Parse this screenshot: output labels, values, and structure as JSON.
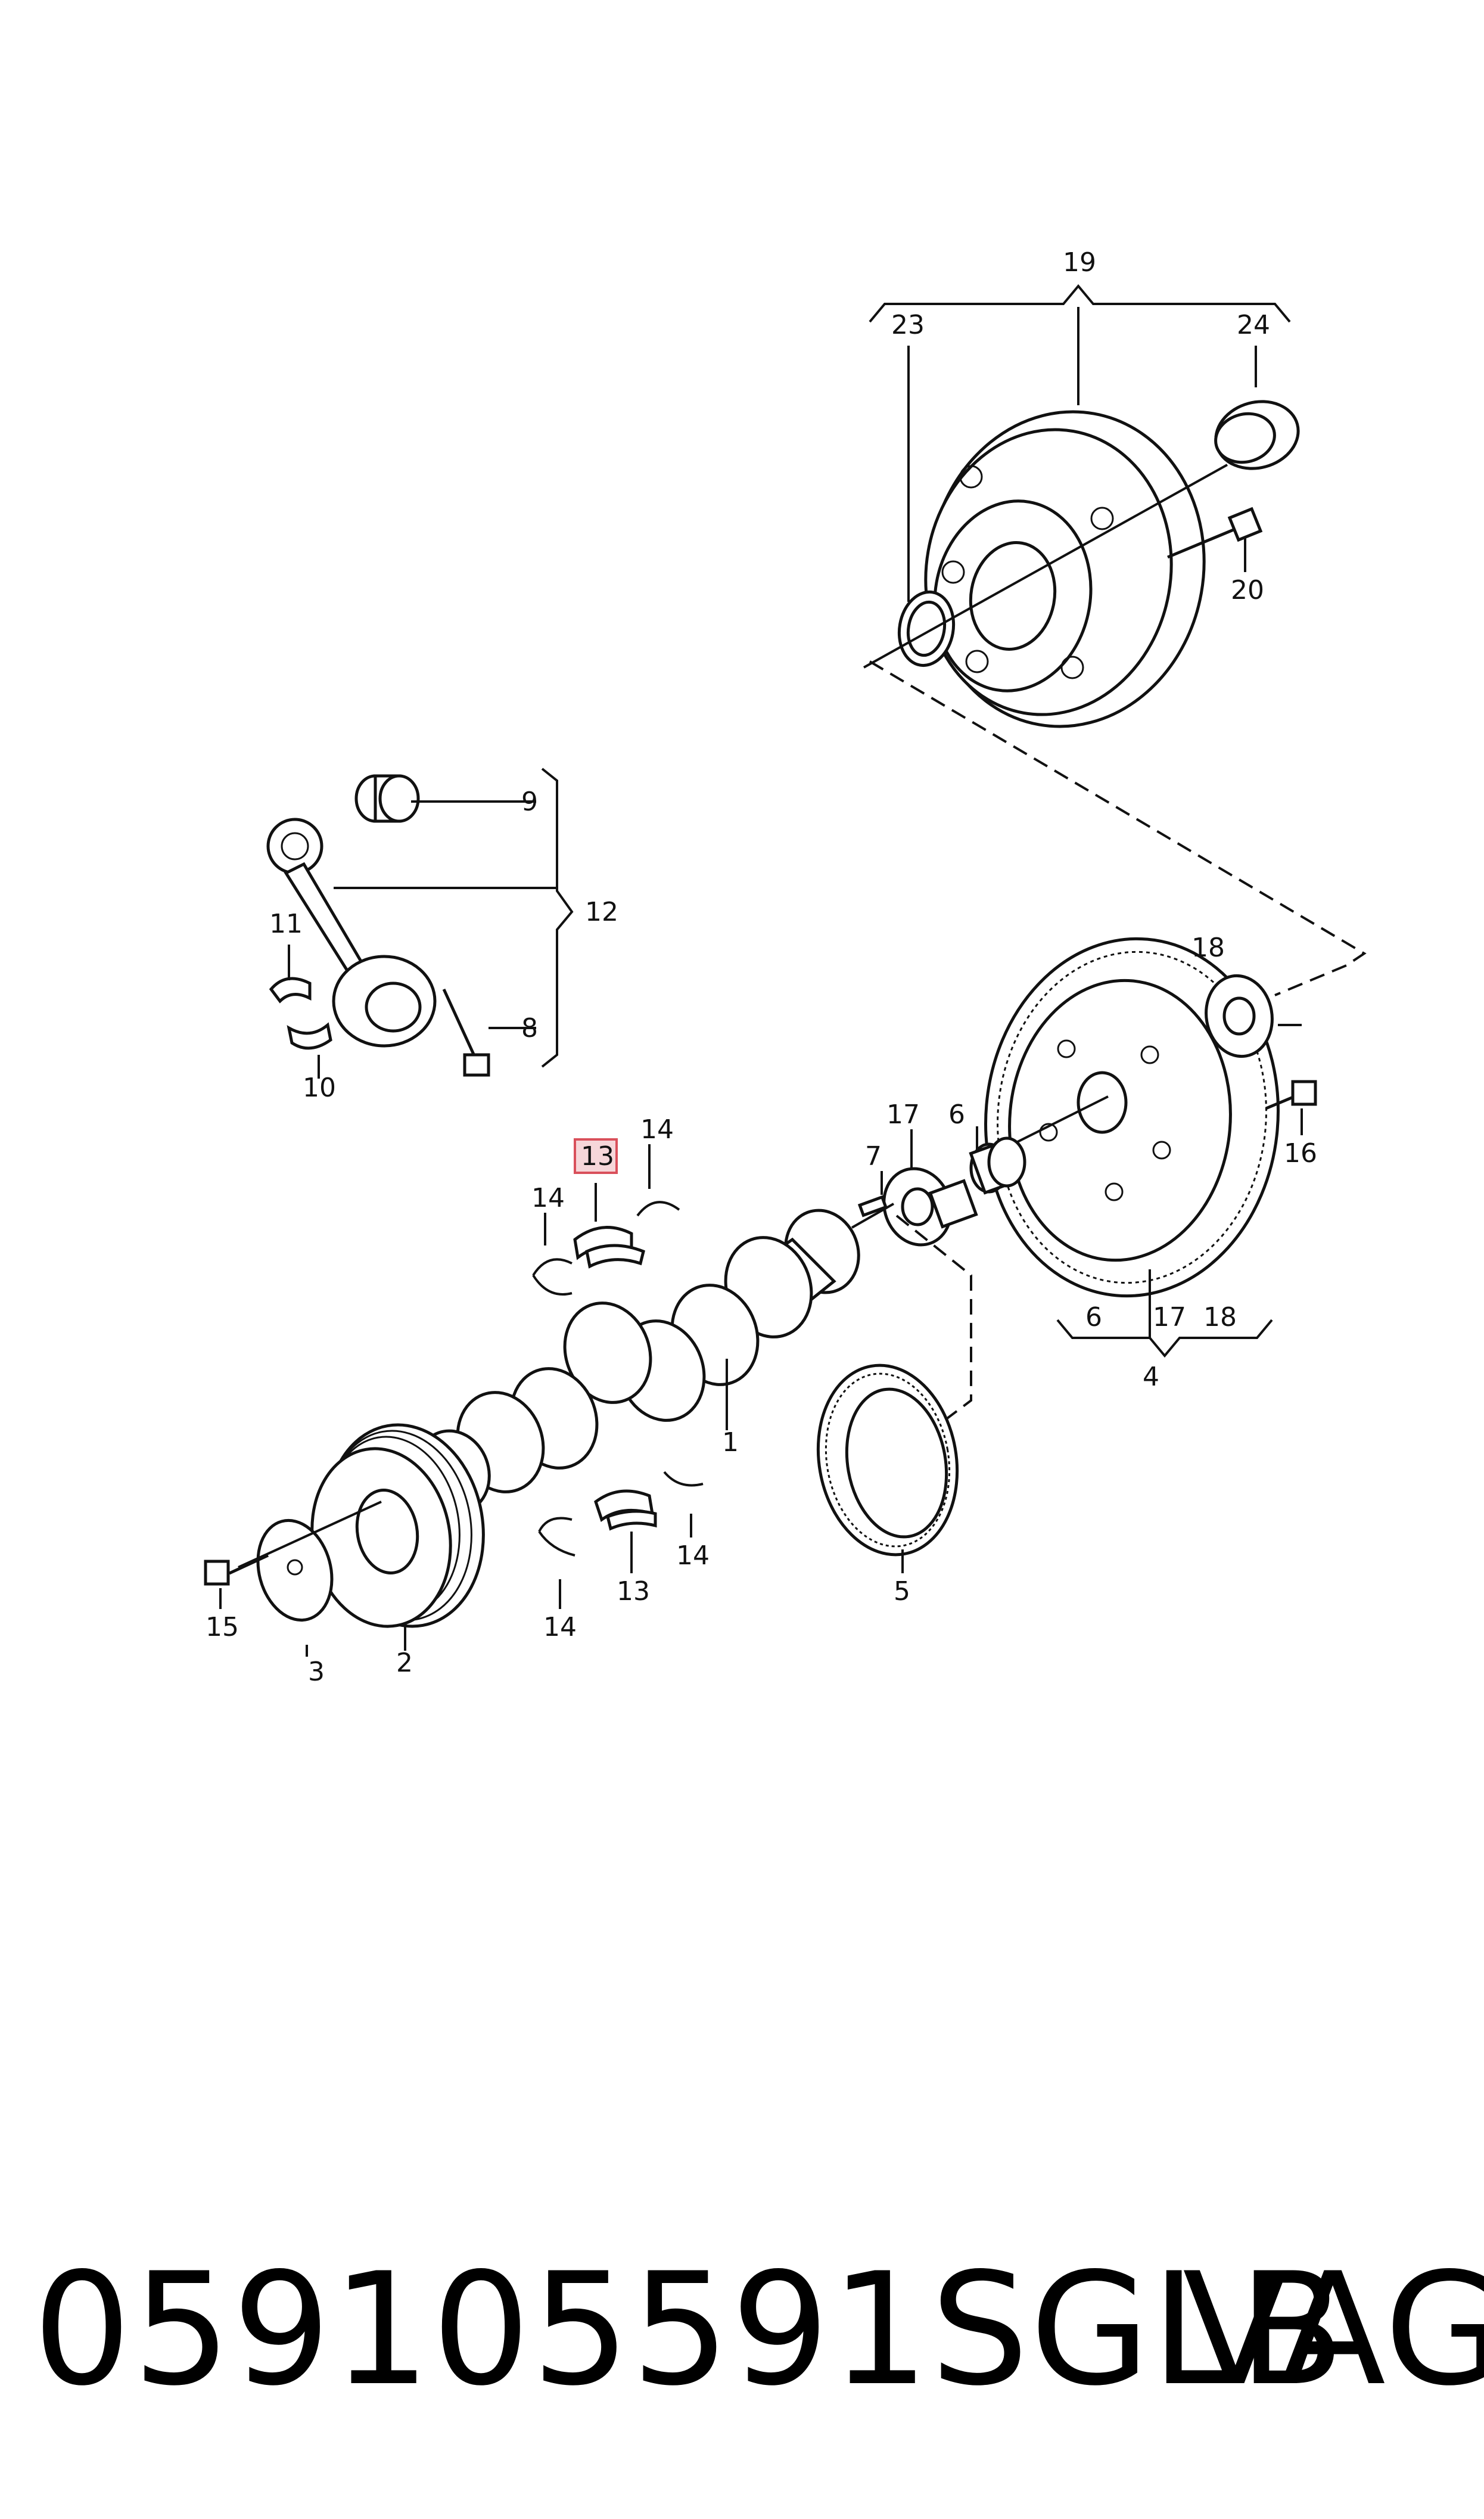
{
  "diagram": {
    "callouts": {
      "l19": "19",
      "l23": "23",
      "l24": "24",
      "l20": "20",
      "l9": "9",
      "l12": "12",
      "l11": "11",
      "l8": "8",
      "l10": "10",
      "l18a": "18",
      "l16": "16",
      "l17a": "17",
      "l6a": "6",
      "l7": "7",
      "l13a": "13",
      "l14a": "14",
      "l14b": "14",
      "l1": "1",
      "l5": "5",
      "l13b": "13",
      "l14c": "14",
      "l14d": "14",
      "l15": "15",
      "l3": "3",
      "l2": "2",
      "l6b": "6",
      "l17b": "17",
      "l18b": "18",
      "l4": "4"
    }
  },
  "caption": {
    "part_number": "059105591SGLB",
    "brand": "VAG"
  }
}
